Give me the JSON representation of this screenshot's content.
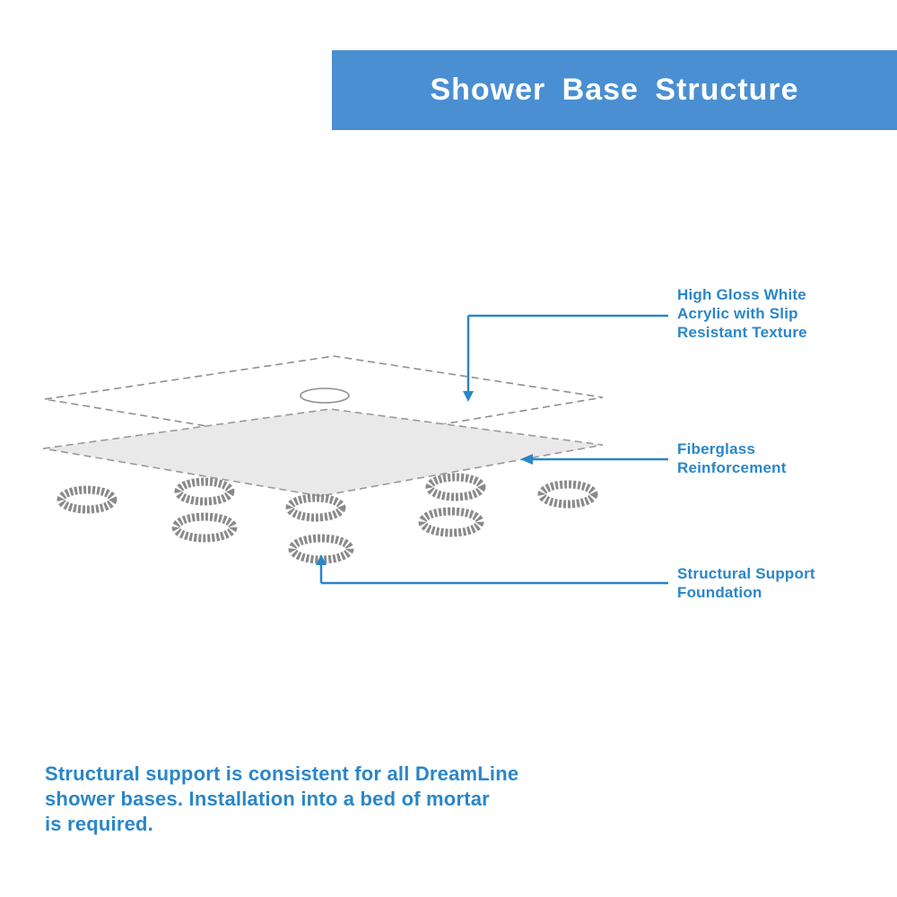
{
  "header": {
    "title": "Shower Base Structure"
  },
  "callouts": [
    {
      "id": "acrylic",
      "label": "High Gloss White\nAcrylic with Slip\nResistant Texture"
    },
    {
      "id": "fiberglass",
      "label": "Fiberglass\nReinforcement"
    },
    {
      "id": "foundation",
      "label": "Structural Support\nFoundation"
    }
  ],
  "footer": {
    "text": "Structural support is consistent for all DreamLine\nshower bases. Installation into a bed of mortar\nis required."
  },
  "colors": {
    "banner_bg": "#4a8fd2",
    "banner_text": "#ffffff",
    "accent_blue": "#2a86c8",
    "layer_fill": "#e9e9e9",
    "outline_gray": "#8f8f8f"
  }
}
